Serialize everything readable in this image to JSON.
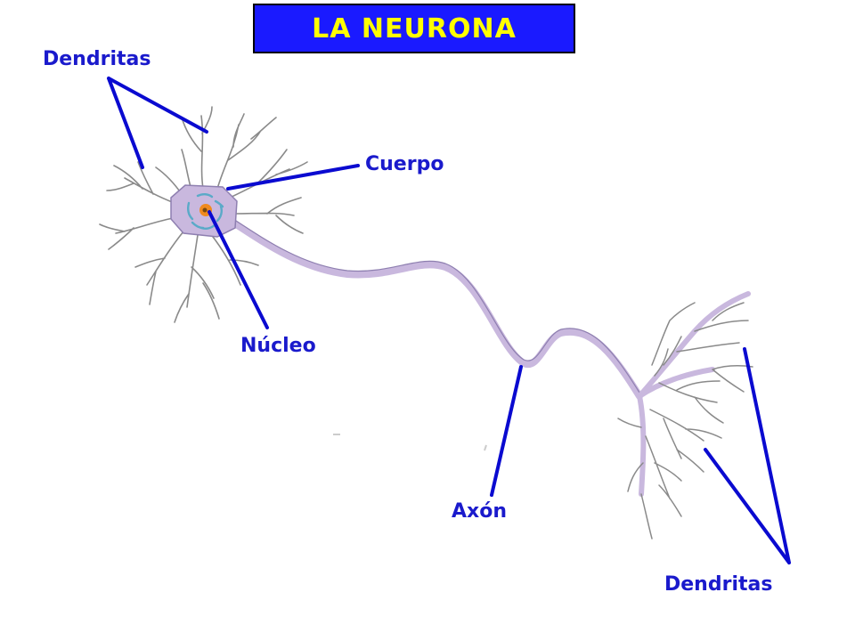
{
  "title": "LA NEURONA",
  "labels": {
    "dendrites_top": "Dendritas",
    "body": "Cuerpo",
    "nucleus": "Núcleo",
    "axon": "Axón",
    "dendrites_bottom": "Dendritas"
  },
  "colors": {
    "title_bg": "#1a1aff",
    "title_text": "#ffff00",
    "label_text": "#1a1acc",
    "pointer": "#0a0ad0",
    "cell": "#c9b8de",
    "cell_outline": "#8e7fb0",
    "branch": "#8a8a8a",
    "nucleus": "#f08a1e",
    "organelle": "#5aaac8"
  }
}
